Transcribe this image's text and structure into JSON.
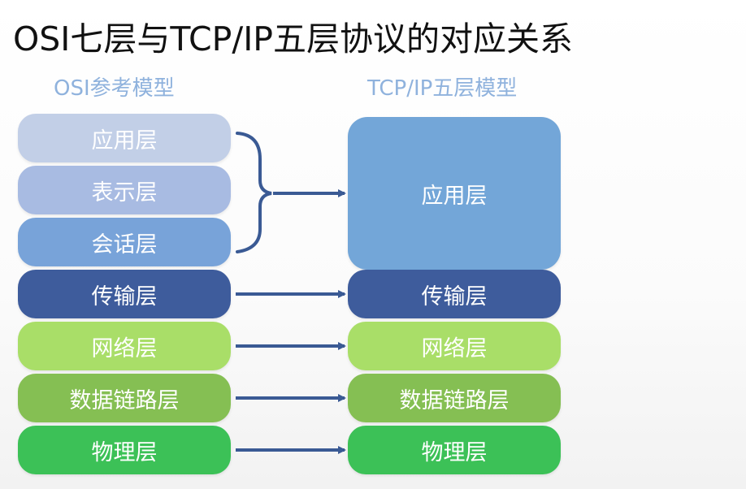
{
  "title": "OSI七层与TCP/IP五层协议的对应关系",
  "osi_header": "OSI参考模型",
  "tcp_header": "TCP/IP五层模型",
  "osi_layers": [
    {
      "label": "应用层",
      "color": "#c2cfe7"
    },
    {
      "label": "表示层",
      "color": "#a8bbe2"
    },
    {
      "label": "会话层",
      "color": "#78a3d9"
    },
    {
      "label": "传输层",
      "color": "#3e5c9c"
    },
    {
      "label": "网络层",
      "color": "#a9de68"
    },
    {
      "label": "数据链路层",
      "color": "#85bf53"
    },
    {
      "label": "物理层",
      "color": "#3cc157"
    }
  ],
  "tcp_layers": [
    {
      "label": "应用层",
      "color": "#73a6d8"
    },
    {
      "label": "传输层",
      "color": "#3e5c9c"
    },
    {
      "label": "网络层",
      "color": "#a9de68"
    },
    {
      "label": "数据链路层",
      "color": "#85bf53"
    },
    {
      "label": "物理层",
      "color": "#3cc157"
    }
  ],
  "arrow_color": "#3a5a94"
}
